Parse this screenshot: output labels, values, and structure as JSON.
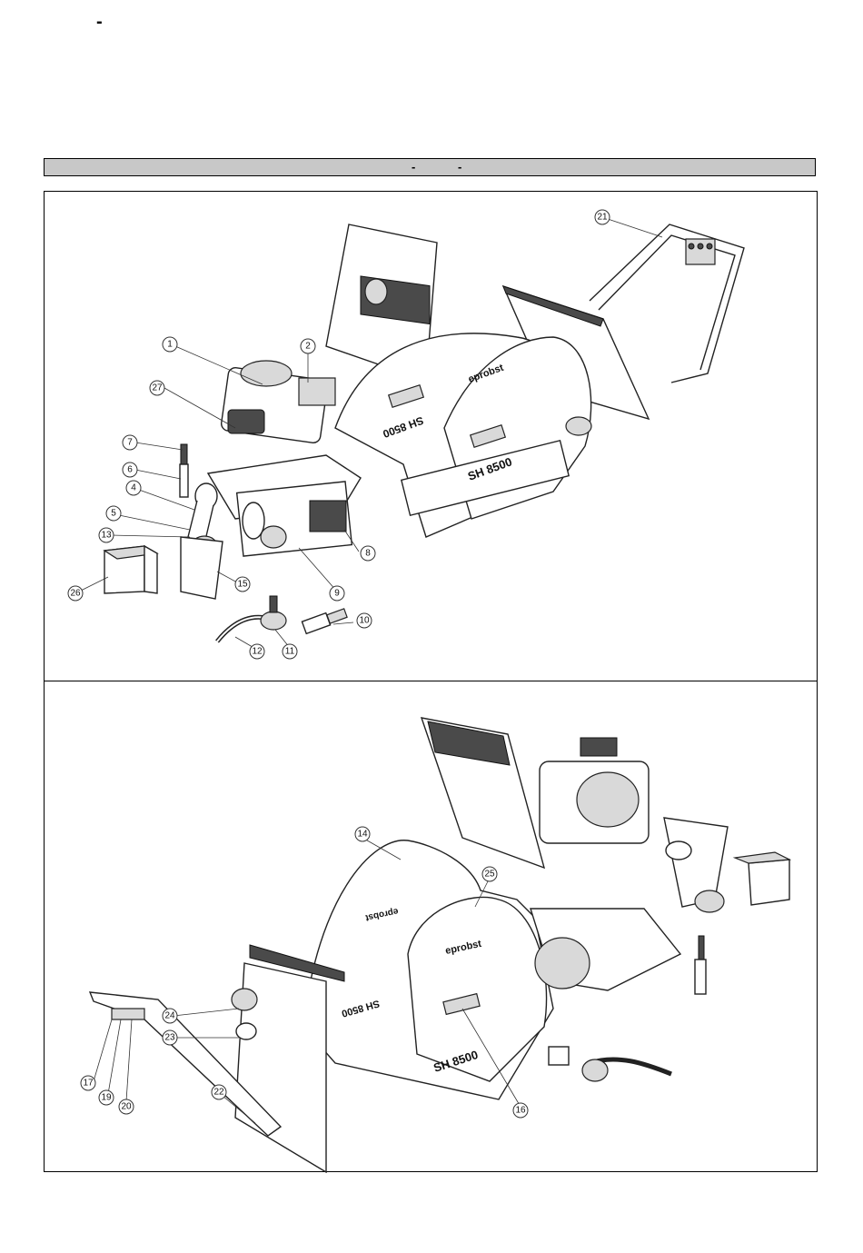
{
  "page": {
    "top_mark": "-",
    "header": {
      "left_dash": "-",
      "right_dash": "-"
    }
  },
  "figure_top": {
    "brand_text": "eprobst",
    "model_text": "SH 8500",
    "model_text_mirrored": "SH 8500",
    "callouts": [
      "1",
      "2",
      "27",
      "7",
      "6",
      "4",
      "5",
      "13",
      "26",
      "15",
      "8",
      "9",
      "10",
      "11",
      "12",
      "21"
    ]
  },
  "figure_bottom": {
    "brand_text": "eprobst",
    "brand_text_mirrored": "eprobst",
    "model_text": "SH 8500",
    "model_text_mirrored": "SH 8500",
    "callouts": [
      "14",
      "25",
      "24",
      "23",
      "22",
      "17",
      "19",
      "20",
      "16"
    ]
  }
}
